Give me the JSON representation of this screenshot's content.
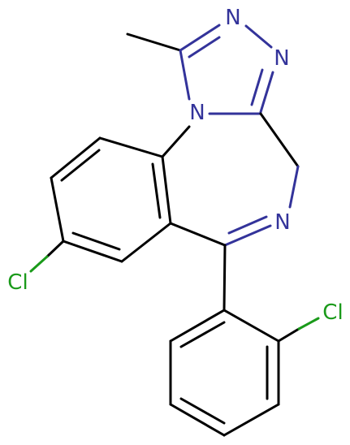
{
  "molecule": {
    "atoms": {
      "n_triazole_top": "N",
      "n_triazole_right": "N",
      "n_bridge": "N",
      "n_diazepine": "N",
      "cl_left": "Cl",
      "cl_right": "Cl"
    }
  },
  "colors": {
    "bond": "#000000",
    "nitrogen": "#33339a",
    "chlorine": "#1a9a1a",
    "background": "#ffffff"
  }
}
